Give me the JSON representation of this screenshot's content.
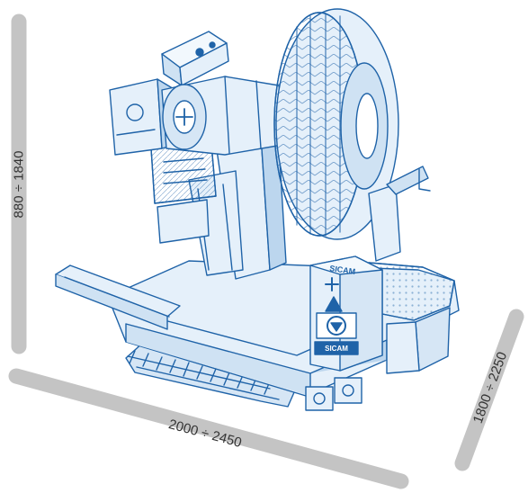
{
  "dimensions": {
    "height": "880 ÷ 1840",
    "width": "2000 ÷ 2450",
    "depth": "1800 ÷ 2250"
  },
  "brand": {
    "logo_text": "SICAM",
    "panel_label": "SICAM"
  },
  "colors": {
    "line": "#1f63a8",
    "fill": "#e5f0fa",
    "shade": "#bcd6ee",
    "dim_bar": "#c4c4c4",
    "text": "#333333"
  }
}
